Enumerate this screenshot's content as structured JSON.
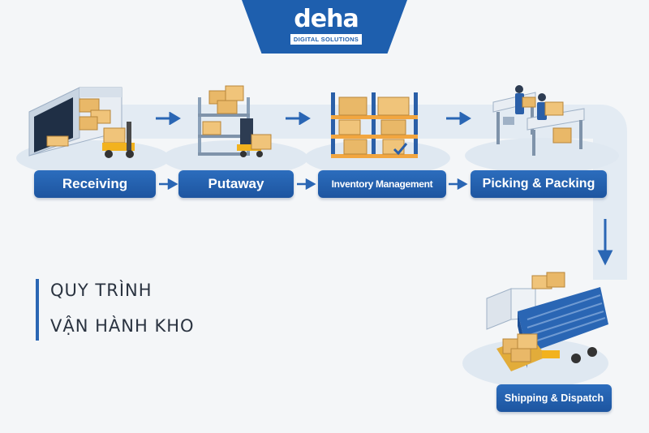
{
  "logo": {
    "wordmark": "deha",
    "tagline": "DIGITAL SOLUTIONS"
  },
  "stages": [
    {
      "label": "Receiving",
      "icon": "receiving-truck-illustration"
    },
    {
      "label": "Putaway",
      "icon": "putaway-forklift-illustration"
    },
    {
      "label": "Inventory Management",
      "icon": "inventory-shelf-illustration"
    },
    {
      "label": "Picking & Packing",
      "icon": "picking-packing-illustration"
    },
    {
      "label": "Shipping & Dispatch",
      "icon": "shipping-trucks-illustration"
    }
  ],
  "title": {
    "line1": "QUY TRÌNH",
    "line2": "VẬN HÀNH KHO"
  },
  "colors": {
    "accent": "#1e5fae",
    "label_fill": "#2463b2",
    "arrow": "#2a66b4",
    "box": "#e9b868",
    "band": "#e3ebf3"
  }
}
